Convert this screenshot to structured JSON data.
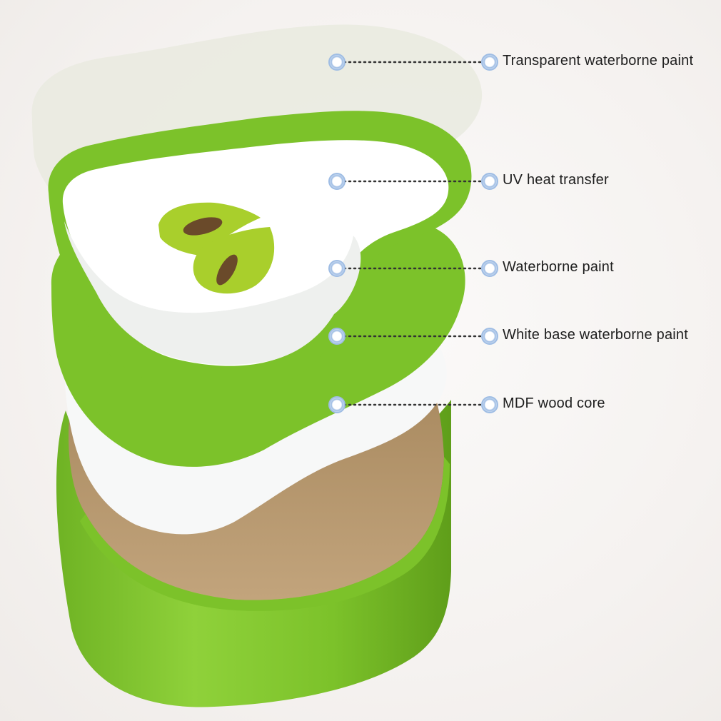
{
  "layers": [
    {
      "label": "Transparent waterborne paint"
    },
    {
      "label": "UV heat transfer"
    },
    {
      "label": "Waterborne paint"
    },
    {
      "label": "White base waterborne paint"
    },
    {
      "label": "MDF wood core"
    }
  ],
  "colors": {
    "green": "#7cc22a",
    "green_dark": "#5f9e1a",
    "white_layer": "#f7f8f8",
    "mdf": "#b99a72",
    "clear_layer": "#e8e9e0",
    "seed_outer": "#a9cf2c",
    "seed_inner": "#6a4a2a",
    "marker_ring": "#a9c4e6"
  }
}
